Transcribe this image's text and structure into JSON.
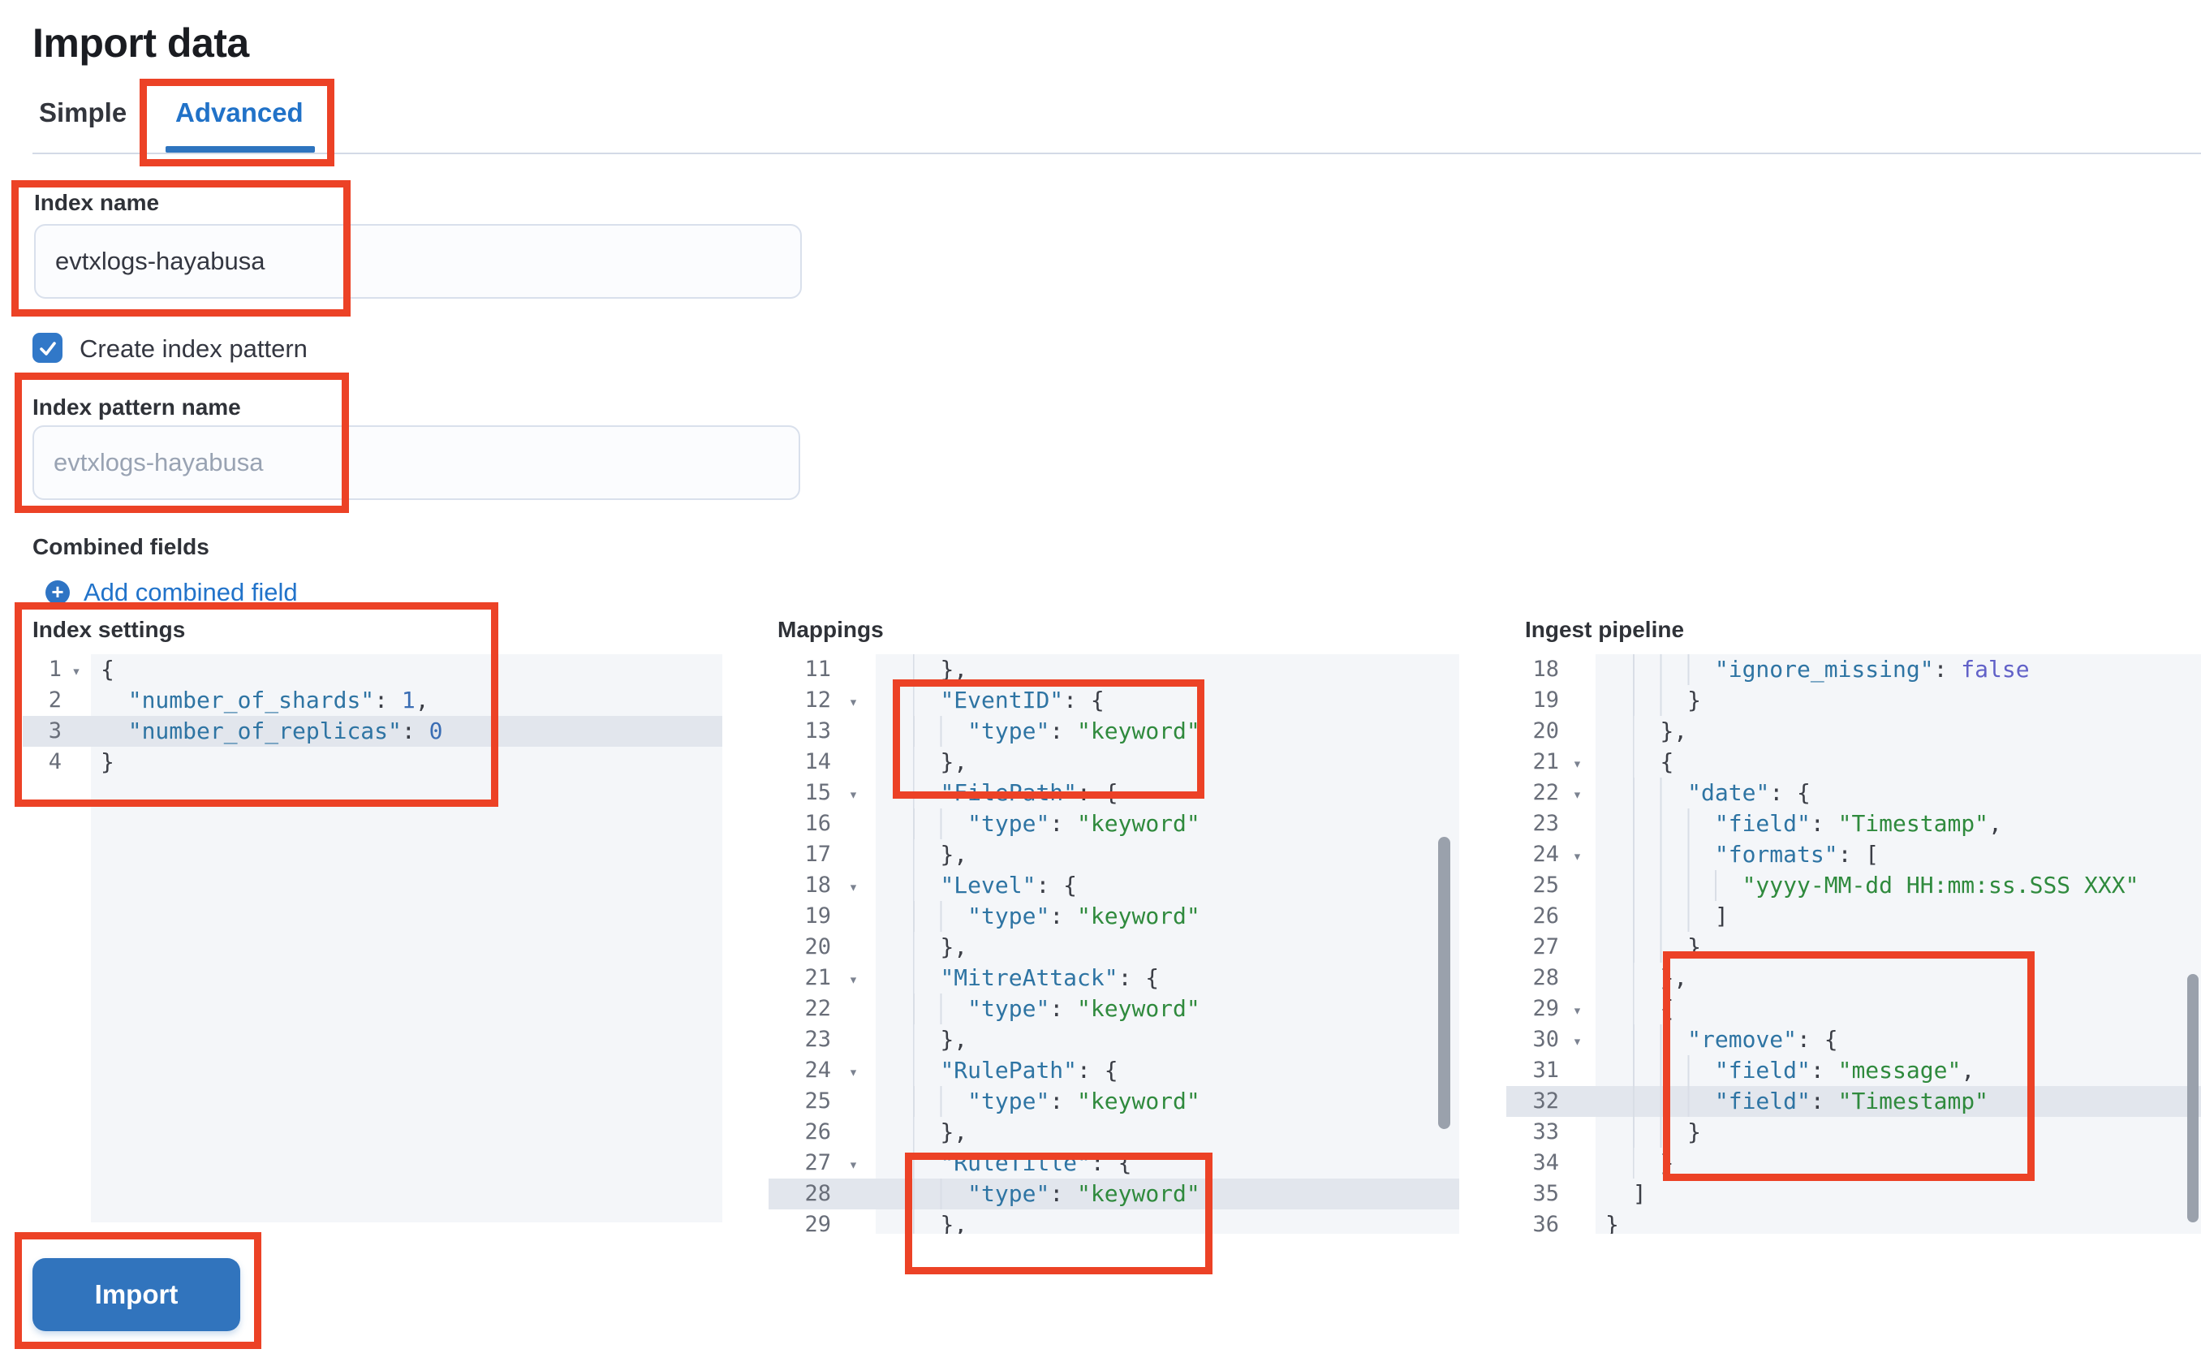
{
  "page": {
    "title": "Import data"
  },
  "tabs": {
    "items": [
      {
        "label": "Simple"
      },
      {
        "label": "Advanced"
      }
    ],
    "active": "Advanced"
  },
  "form": {
    "index_name_label": "Index name",
    "index_name_value": "evtxlogs-hayabusa",
    "create_index_pattern_label": "Create index pattern",
    "create_index_pattern_checked": true,
    "index_pattern_name_label": "Index pattern name",
    "index_pattern_name_placeholder": "evtxlogs-hayabusa",
    "combined_fields_label": "Combined fields",
    "add_combined_field_label": "Add combined field",
    "import_button_label": "Import"
  },
  "editors": {
    "index_settings": {
      "label": "Index settings",
      "lines": [
        {
          "n": 1,
          "fold": true,
          "t": [
            [
              "p",
              "{"
            ]
          ]
        },
        {
          "n": 2,
          "t": [
            [
              "i",
              "  "
            ],
            [
              "k",
              "\"number_of_shards\""
            ],
            [
              "p",
              ": "
            ],
            [
              "n",
              "1"
            ],
            [
              "p",
              ","
            ]
          ]
        },
        {
          "n": 3,
          "hl": true,
          "t": [
            [
              "i",
              "  "
            ],
            [
              "k",
              "\"number_of_replicas\""
            ],
            [
              "p",
              ": "
            ],
            [
              "n",
              "0"
            ]
          ]
        },
        {
          "n": 4,
          "t": [
            [
              "p",
              "}"
            ]
          ]
        }
      ]
    },
    "mappings": {
      "label": "Mappings",
      "lines": [
        {
          "n": 11,
          "t": [
            [
              "i",
              "    "
            ],
            [
              "p",
              "},"
            ]
          ]
        },
        {
          "n": 12,
          "fold": true,
          "t": [
            [
              "i",
              "    "
            ],
            [
              "k",
              "\"EventID\""
            ],
            [
              "p",
              ": {"
            ]
          ]
        },
        {
          "n": 13,
          "t": [
            [
              "i",
              "      "
            ],
            [
              "k",
              "\"type\""
            ],
            [
              "p",
              ": "
            ],
            [
              "s",
              "\"keyword\""
            ]
          ]
        },
        {
          "n": 14,
          "t": [
            [
              "i",
              "    "
            ],
            [
              "p",
              "},"
            ]
          ]
        },
        {
          "n": 15,
          "fold": true,
          "t": [
            [
              "i",
              "    "
            ],
            [
              "k",
              "\"FilePath\""
            ],
            [
              "p",
              ": {"
            ]
          ]
        },
        {
          "n": 16,
          "t": [
            [
              "i",
              "      "
            ],
            [
              "k",
              "\"type\""
            ],
            [
              "p",
              ": "
            ],
            [
              "s",
              "\"keyword\""
            ]
          ]
        },
        {
          "n": 17,
          "t": [
            [
              "i",
              "    "
            ],
            [
              "p",
              "},"
            ]
          ]
        },
        {
          "n": 18,
          "fold": true,
          "t": [
            [
              "i",
              "    "
            ],
            [
              "k",
              "\"Level\""
            ],
            [
              "p",
              ": {"
            ]
          ]
        },
        {
          "n": 19,
          "t": [
            [
              "i",
              "      "
            ],
            [
              "k",
              "\"type\""
            ],
            [
              "p",
              ": "
            ],
            [
              "s",
              "\"keyword\""
            ]
          ]
        },
        {
          "n": 20,
          "t": [
            [
              "i",
              "    "
            ],
            [
              "p",
              "},"
            ]
          ]
        },
        {
          "n": 21,
          "fold": true,
          "t": [
            [
              "i",
              "    "
            ],
            [
              "k",
              "\"MitreAttack\""
            ],
            [
              "p",
              ": {"
            ]
          ]
        },
        {
          "n": 22,
          "t": [
            [
              "i",
              "      "
            ],
            [
              "k",
              "\"type\""
            ],
            [
              "p",
              ": "
            ],
            [
              "s",
              "\"keyword\""
            ]
          ]
        },
        {
          "n": 23,
          "t": [
            [
              "i",
              "    "
            ],
            [
              "p",
              "},"
            ]
          ]
        },
        {
          "n": 24,
          "fold": true,
          "t": [
            [
              "i",
              "    "
            ],
            [
              "k",
              "\"RulePath\""
            ],
            [
              "p",
              ": {"
            ]
          ]
        },
        {
          "n": 25,
          "t": [
            [
              "i",
              "      "
            ],
            [
              "k",
              "\"type\""
            ],
            [
              "p",
              ": "
            ],
            [
              "s",
              "\"keyword\""
            ]
          ]
        },
        {
          "n": 26,
          "t": [
            [
              "i",
              "    "
            ],
            [
              "p",
              "},"
            ]
          ]
        },
        {
          "n": 27,
          "fold": true,
          "t": [
            [
              "i",
              "    "
            ],
            [
              "k",
              "\"RuleTitle\""
            ],
            [
              "p",
              ": {"
            ]
          ]
        },
        {
          "n": 28,
          "hl": true,
          "t": [
            [
              "i",
              "      "
            ],
            [
              "k",
              "\"type\""
            ],
            [
              "p",
              ": "
            ],
            [
              "s",
              "\"keyword\""
            ]
          ]
        },
        {
          "n": 29,
          "t": [
            [
              "i",
              "    "
            ],
            [
              "p",
              "},"
            ]
          ]
        }
      ]
    },
    "ingest_pipeline": {
      "label": "Ingest pipeline",
      "lines": [
        {
          "n": 18,
          "t": [
            [
              "i",
              "        "
            ],
            [
              "k",
              "\"ignore_missing\""
            ],
            [
              "p",
              ": "
            ],
            [
              "b",
              "false"
            ]
          ]
        },
        {
          "n": 19,
          "t": [
            [
              "i",
              "      "
            ],
            [
              "p",
              "}"
            ]
          ]
        },
        {
          "n": 20,
          "t": [
            [
              "i",
              "    "
            ],
            [
              "p",
              "},"
            ]
          ]
        },
        {
          "n": 21,
          "fold": true,
          "t": [
            [
              "i",
              "    "
            ],
            [
              "p",
              "{"
            ]
          ]
        },
        {
          "n": 22,
          "fold": true,
          "t": [
            [
              "i",
              "      "
            ],
            [
              "k",
              "\"date\""
            ],
            [
              "p",
              ": {"
            ]
          ]
        },
        {
          "n": 23,
          "t": [
            [
              "i",
              "        "
            ],
            [
              "k",
              "\"field\""
            ],
            [
              "p",
              ": "
            ],
            [
              "s",
              "\"Timestamp\""
            ],
            [
              "p",
              ","
            ]
          ]
        },
        {
          "n": 24,
          "fold": true,
          "t": [
            [
              "i",
              "        "
            ],
            [
              "k",
              "\"formats\""
            ],
            [
              "p",
              ": ["
            ]
          ]
        },
        {
          "n": 25,
          "t": [
            [
              "i",
              "          "
            ],
            [
              "s",
              "\"yyyy-MM-dd HH:mm:ss.SSS XXX\""
            ]
          ]
        },
        {
          "n": 26,
          "t": [
            [
              "i",
              "        "
            ],
            [
              "p",
              "]"
            ]
          ]
        },
        {
          "n": 27,
          "t": [
            [
              "i",
              "      "
            ],
            [
              "p",
              "}"
            ]
          ]
        },
        {
          "n": 28,
          "t": [
            [
              "i",
              "    "
            ],
            [
              "p",
              "},"
            ]
          ]
        },
        {
          "n": 29,
          "fold": true,
          "t": [
            [
              "i",
              "    "
            ],
            [
              "p",
              "{"
            ]
          ]
        },
        {
          "n": 30,
          "fold": true,
          "t": [
            [
              "i",
              "      "
            ],
            [
              "k",
              "\"remove\""
            ],
            [
              "p",
              ": {"
            ]
          ]
        },
        {
          "n": 31,
          "t": [
            [
              "i",
              "        "
            ],
            [
              "k",
              "\"field\""
            ],
            [
              "p",
              ": "
            ],
            [
              "s",
              "\"message\""
            ],
            [
              "p",
              ","
            ]
          ]
        },
        {
          "n": 32,
          "hl": true,
          "t": [
            [
              "i",
              "        "
            ],
            [
              "k",
              "\"field\""
            ],
            [
              "p",
              ": "
            ],
            [
              "s",
              "\"Timestamp\""
            ]
          ]
        },
        {
          "n": 33,
          "t": [
            [
              "i",
              "      "
            ],
            [
              "p",
              "}"
            ]
          ]
        },
        {
          "n": 34,
          "t": [
            [
              "i",
              "    "
            ],
            [
              "p",
              "}"
            ]
          ]
        },
        {
          "n": 35,
          "t": [
            [
              "i",
              "  "
            ],
            [
              "p",
              "]"
            ]
          ]
        },
        {
          "n": 36,
          "t": [
            [
              "p",
              "}"
            ]
          ]
        }
      ]
    }
  },
  "colors": {
    "annotation_red": "#ec4226",
    "primary_button_blue": "#3174bd",
    "active_tab_blue": "#2172c8",
    "link_blue": "#2173ca",
    "editor_background": "#f4f6f9",
    "active_line_background": "#e2e6ed",
    "code_key": "#2e74a3",
    "code_string": "#2f8a3d",
    "code_number": "#3a6db4",
    "code_boolean": "#6161c8"
  }
}
